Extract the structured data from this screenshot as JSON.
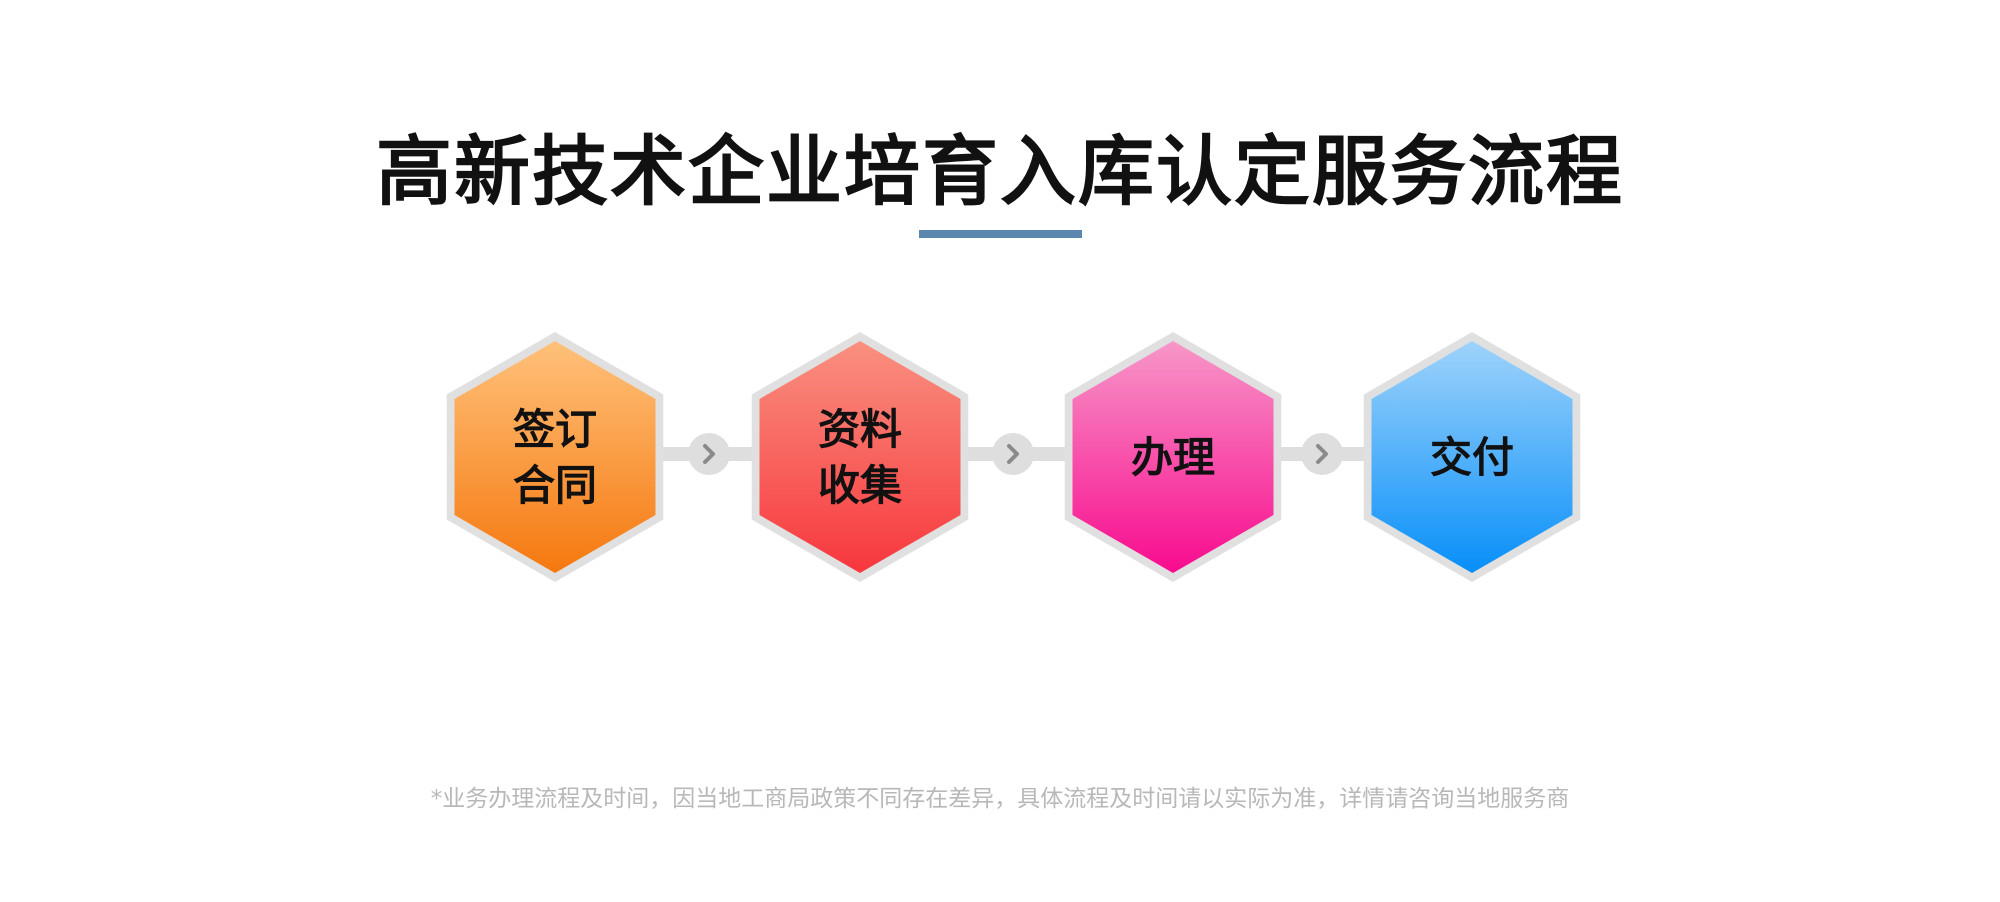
{
  "title": "高新技术企业培育入库认定服务流程",
  "colors": {
    "title_underline": "#5b87ae",
    "connector": "#dedede",
    "hex_border": "#e0e0e0"
  },
  "steps": [
    {
      "lines": [
        "签订",
        "合同"
      ],
      "gradient_top": "#ffc17a",
      "gradient_bottom": "#f5780f"
    },
    {
      "lines": [
        "资料",
        "收集"
      ],
      "gradient_top": "#f99080",
      "gradient_bottom": "#f7373d"
    },
    {
      "lines": [
        "办理"
      ],
      "gradient_top": "#f797c8",
      "gradient_bottom": "#f80b8e"
    },
    {
      "lines": [
        "交付"
      ],
      "gradient_top": "#9fd3fb",
      "gradient_bottom": "#078ff9"
    }
  ],
  "connector_icon": "chevron-right-icon",
  "footnote": "*业务办理流程及时间，因当地工商局政策不同存在差异，具体流程及时间请以实际为准，详情请咨询当地服务商"
}
